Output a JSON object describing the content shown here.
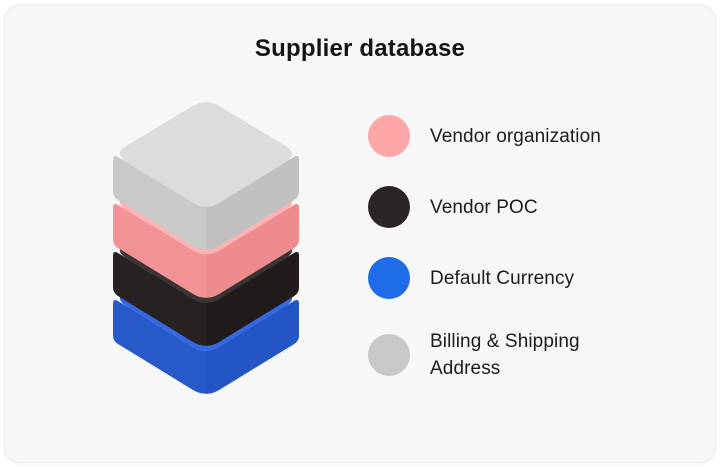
{
  "card": {
    "title": "Supplier database",
    "background": "#f7f7f7"
  },
  "stack": {
    "layers_top_to_bottom": [
      {
        "name": "billing-shipping-address-layer",
        "top_color": "#dcdcdc",
        "left_color": "#c9c9c9",
        "right_color": "#c1c1c1"
      },
      {
        "name": "vendor-organization-layer",
        "top_color": "#ffb2b3",
        "left_color": "#f19294",
        "right_color": "#ee8b8d"
      },
      {
        "name": "vendor-poc-layer",
        "top_color": "#3b3434",
        "left_color": "#272121",
        "right_color": "#211b1b"
      },
      {
        "name": "default-currency-layer",
        "top_color": "#3468e0",
        "left_color": "#2759c9",
        "right_color": "#2355c5"
      }
    ]
  },
  "legend": {
    "items": [
      {
        "label": "Vendor organization",
        "color": "#ffa7a8"
      },
      {
        "label": "Vendor POC",
        "color": "#2b2425"
      },
      {
        "label": "Default Currency",
        "color": "#1e6ce8"
      },
      {
        "label": "Billing & Shipping Address",
        "color": "#c8c8c8"
      }
    ]
  }
}
